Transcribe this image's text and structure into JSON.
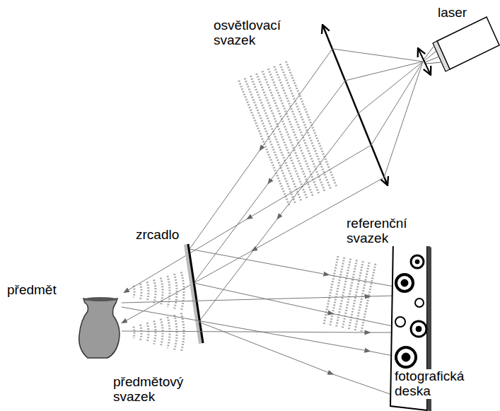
{
  "diagram": {
    "labels": [
      "laser",
      "osvětlovací svazek",
      "zrcadlo",
      "referenční svazek",
      "předmět",
      "předmětový svazek",
      "fotografická deska"
    ]
  }
}
